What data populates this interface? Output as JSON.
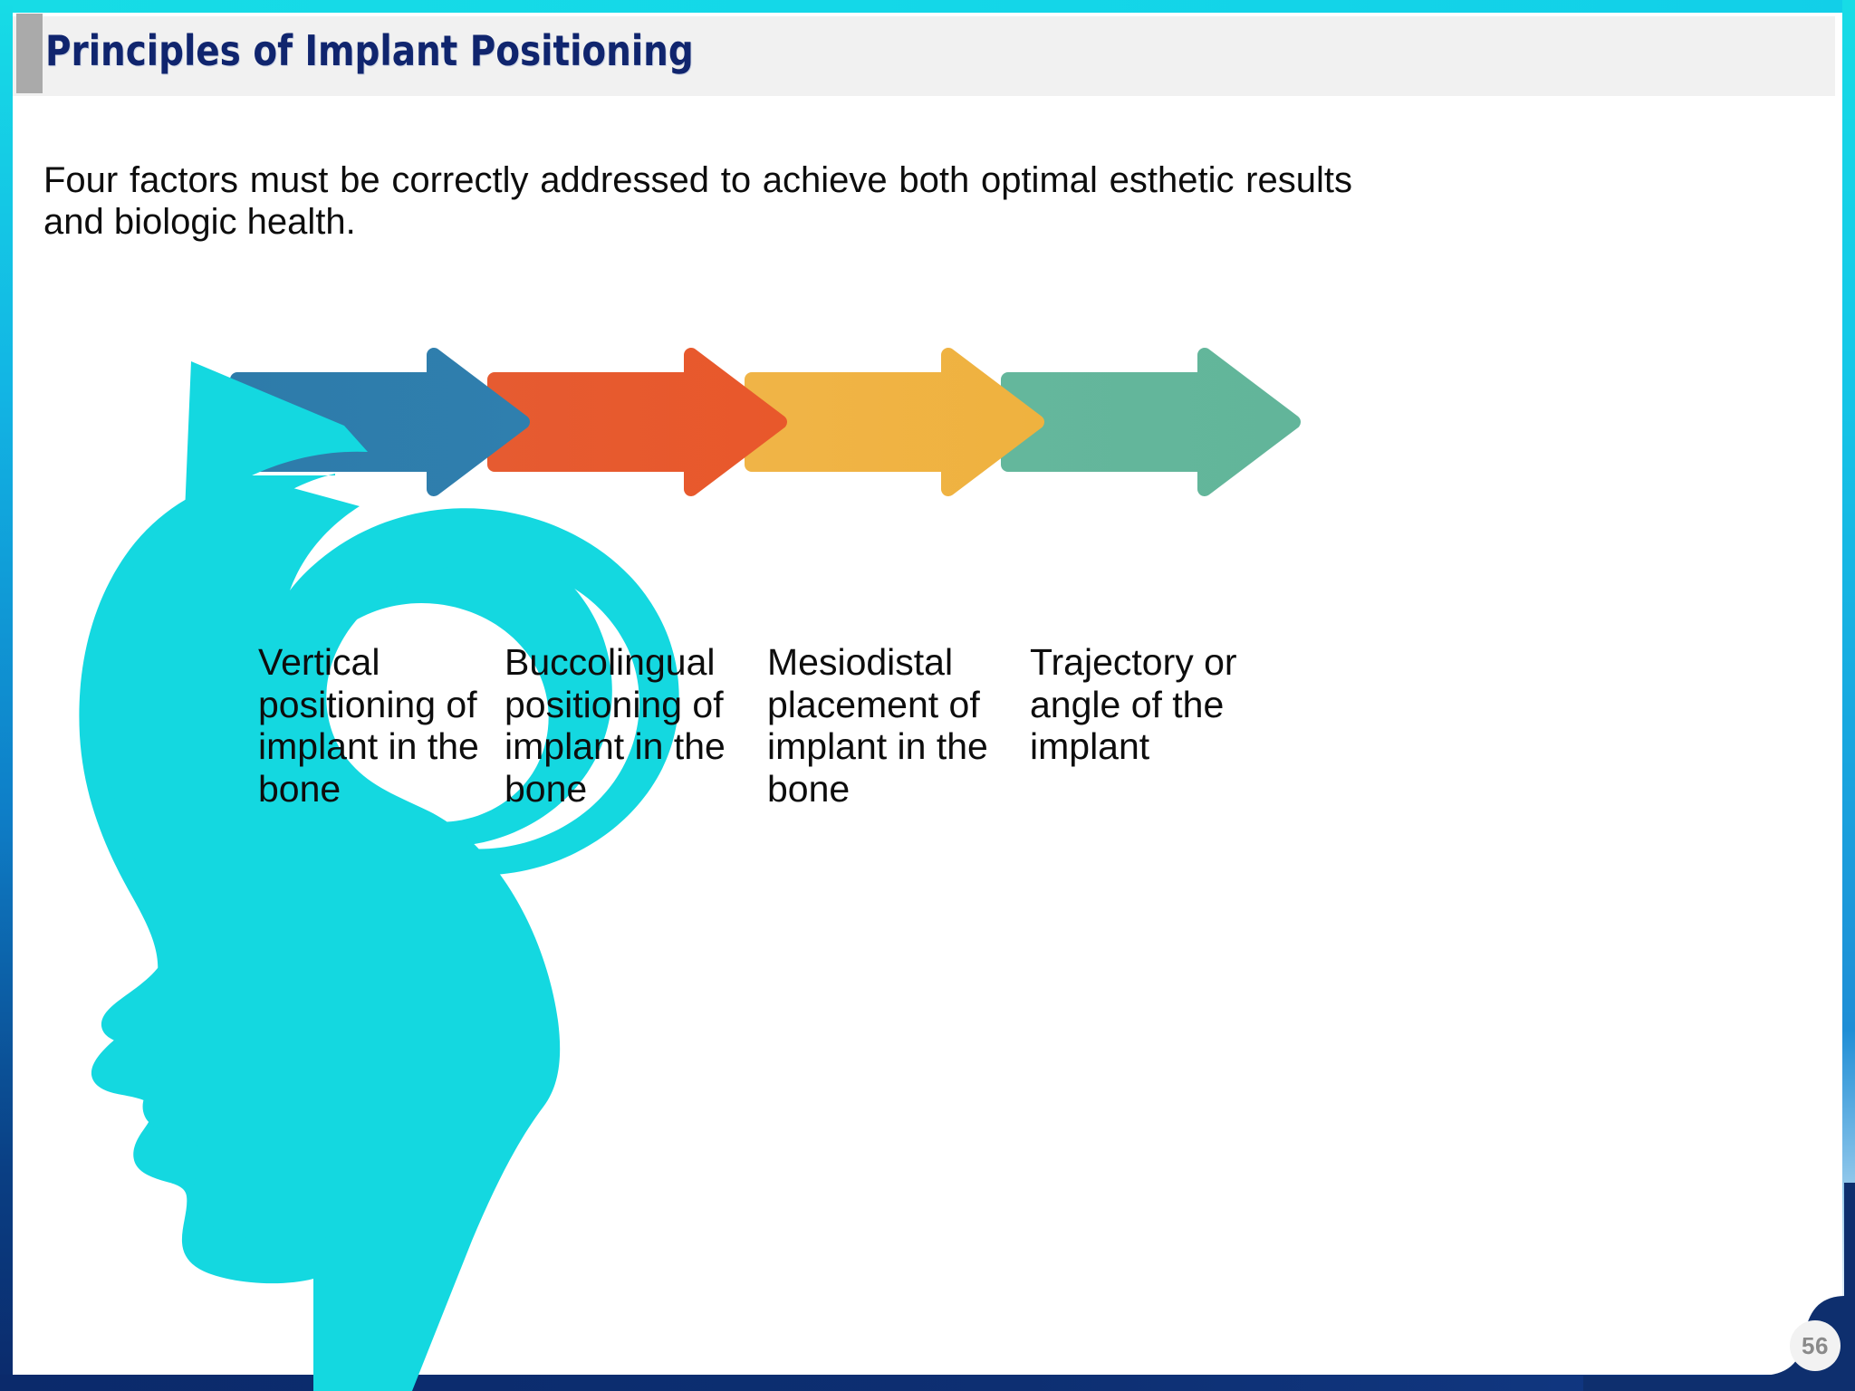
{
  "slide": {
    "title": "Principles of Implant Positioning",
    "page_number": "56",
    "body_paragraph": "Four factors must be correctly addressed to achieve both optimal esthetic results and biologic health."
  },
  "theme": {
    "title_color": "#10256E",
    "title_band_bg": "#F1F1F1",
    "title_accent_bar": "#AAAAAA",
    "border_cyan": "#17DCE6",
    "border_navy": "#0B2A6B",
    "body_text_color": "#0D0D0D",
    "page_badge_bg": "#F2F2F2",
    "page_badge_text": "#8A8A8A"
  },
  "process_diagram": {
    "type": "chevron-process",
    "accent_figure": "head-silhouette-with-looping-arrow",
    "accent_figure_color": "#14D8E0",
    "steps": [
      {
        "index": 1,
        "label": "Vertical positioning of implant in the bone",
        "color": "#2E7BAA"
      },
      {
        "index": 2,
        "label": "Buccolingual positioning of implant in the bone",
        "color": "#E65B31"
      },
      {
        "index": 3,
        "label": "Mesiodistal placement of implant in the bone",
        "color": "#F0B447"
      },
      {
        "index": 4,
        "label": "Trajectory or angle of the implant",
        "color": "#64B79C"
      }
    ]
  }
}
